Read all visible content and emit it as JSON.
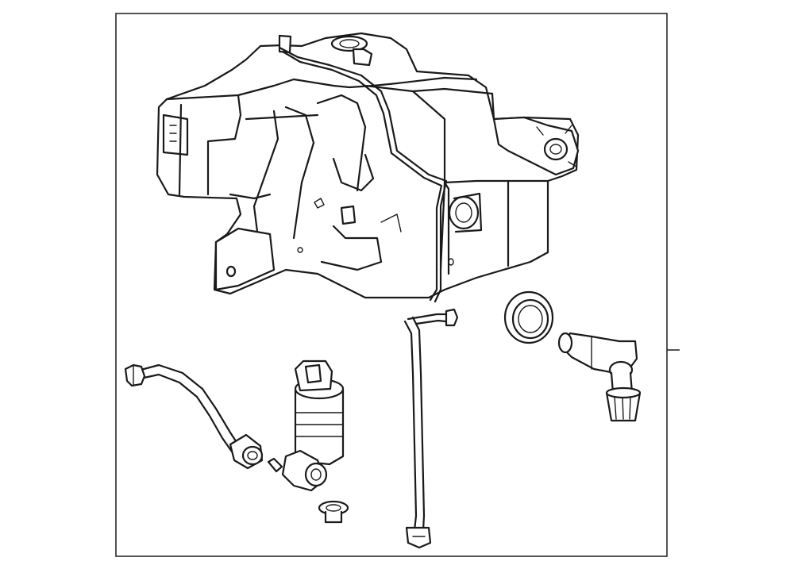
{
  "diagram": {
    "parts": [
      {
        "id": "reservoir",
        "name": "washer-reservoir"
      },
      {
        "id": "hose-left",
        "name": "washer-hose"
      },
      {
        "id": "pump",
        "name": "washer-pump"
      },
      {
        "id": "connector",
        "name": "pump-connector"
      },
      {
        "id": "grommet-small",
        "name": "pump-grommet"
      },
      {
        "id": "filler-tube",
        "name": "filler-tube"
      },
      {
        "id": "seal",
        "name": "filler-seal"
      },
      {
        "id": "level-sensor",
        "name": "fluid-level-sensor"
      }
    ]
  }
}
